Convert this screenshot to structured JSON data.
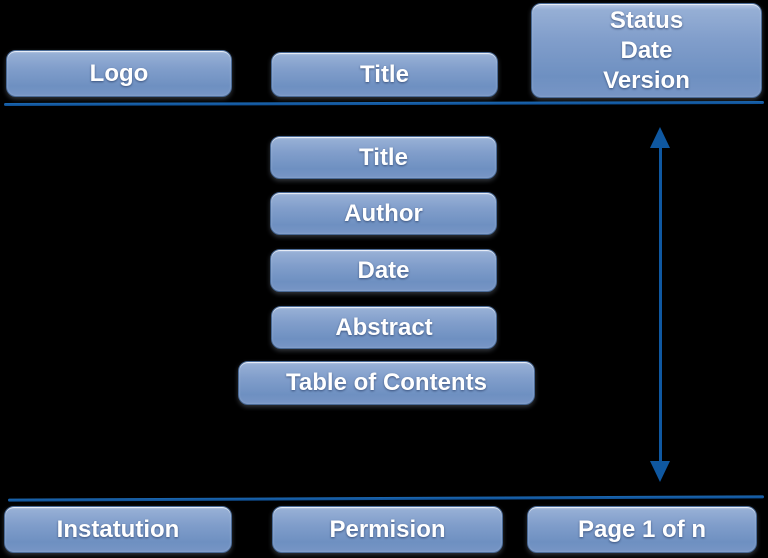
{
  "header": {
    "logo": "Logo",
    "title": "Title",
    "status_lines": [
      "Status",
      "Date",
      "Version"
    ]
  },
  "body_items": [
    {
      "label": "Title"
    },
    {
      "label": "Author"
    },
    {
      "label": "Date"
    },
    {
      "label": "Abstract"
    },
    {
      "label": "Table of Contents"
    }
  ],
  "footer": {
    "institution": "Instatution",
    "permission": "Permision",
    "page_number": "Page 1 of n"
  },
  "colors": {
    "background": "#000000",
    "box_fill_top": "#96afd5",
    "box_fill_bottom": "#6e90c1",
    "box_border": "#4a6a96",
    "line_accent": "#0f58a1",
    "text": "#ffffff"
  }
}
